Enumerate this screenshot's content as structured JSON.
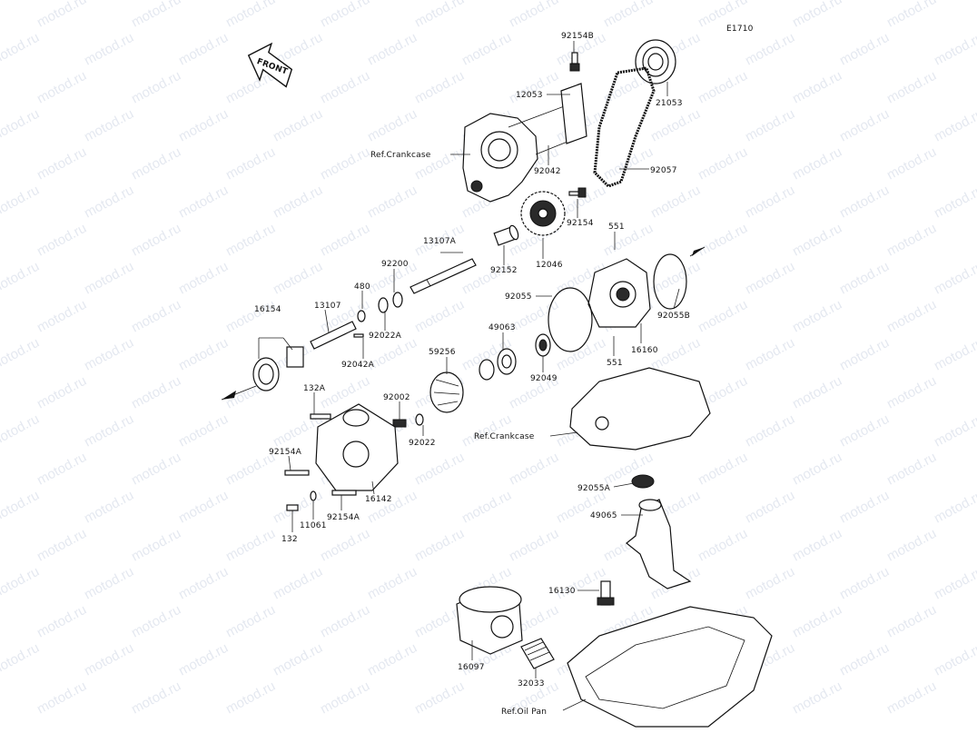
{
  "diagram_code": "E1710",
  "front_label": "FRONT",
  "watermark_text": "motod.ru",
  "labels": [
    {
      "id": "92154B",
      "text": "92154B"
    },
    {
      "id": "12053",
      "text": "12053"
    },
    {
      "id": "21053",
      "text": "21053"
    },
    {
      "id": "ref-crankcase-top",
      "text": "Ref.Crankcase"
    },
    {
      "id": "92042",
      "text": "92042"
    },
    {
      "id": "92057",
      "text": "92057"
    },
    {
      "id": "92154",
      "text": "92154"
    },
    {
      "id": "13107A",
      "text": "13107A"
    },
    {
      "id": "551-top",
      "text": "551"
    },
    {
      "id": "92152",
      "text": "92152"
    },
    {
      "id": "12046",
      "text": "12046"
    },
    {
      "id": "92200",
      "text": "92200"
    },
    {
      "id": "480",
      "text": "480"
    },
    {
      "id": "16154",
      "text": "16154"
    },
    {
      "id": "13107",
      "text": "13107"
    },
    {
      "id": "92055",
      "text": "92055"
    },
    {
      "id": "92055B",
      "text": "92055B"
    },
    {
      "id": "92022A",
      "text": "92022A"
    },
    {
      "id": "49063",
      "text": "49063"
    },
    {
      "id": "16160",
      "text": "16160"
    },
    {
      "id": "92042A",
      "text": "92042A"
    },
    {
      "id": "59256",
      "text": "59256"
    },
    {
      "id": "92049",
      "text": "92049"
    },
    {
      "id": "551-bottom",
      "text": "551"
    },
    {
      "id": "132A",
      "text": "132A"
    },
    {
      "id": "92002",
      "text": "92002"
    },
    {
      "id": "92022",
      "text": "92022"
    },
    {
      "id": "ref-crankcase-mid",
      "text": "Ref.Crankcase"
    },
    {
      "id": "92154A-top",
      "text": "92154A"
    },
    {
      "id": "16142",
      "text": "16142"
    },
    {
      "id": "92055A",
      "text": "92055A"
    },
    {
      "id": "92154A-bottom",
      "text": "92154A"
    },
    {
      "id": "11061",
      "text": "11061"
    },
    {
      "id": "49065",
      "text": "49065"
    },
    {
      "id": "132",
      "text": "132"
    },
    {
      "id": "16130",
      "text": "16130"
    },
    {
      "id": "16097",
      "text": "16097"
    },
    {
      "id": "32033",
      "text": "32033"
    },
    {
      "id": "ref-oil-pan",
      "text": "Ref.Oil Pan"
    }
  ]
}
